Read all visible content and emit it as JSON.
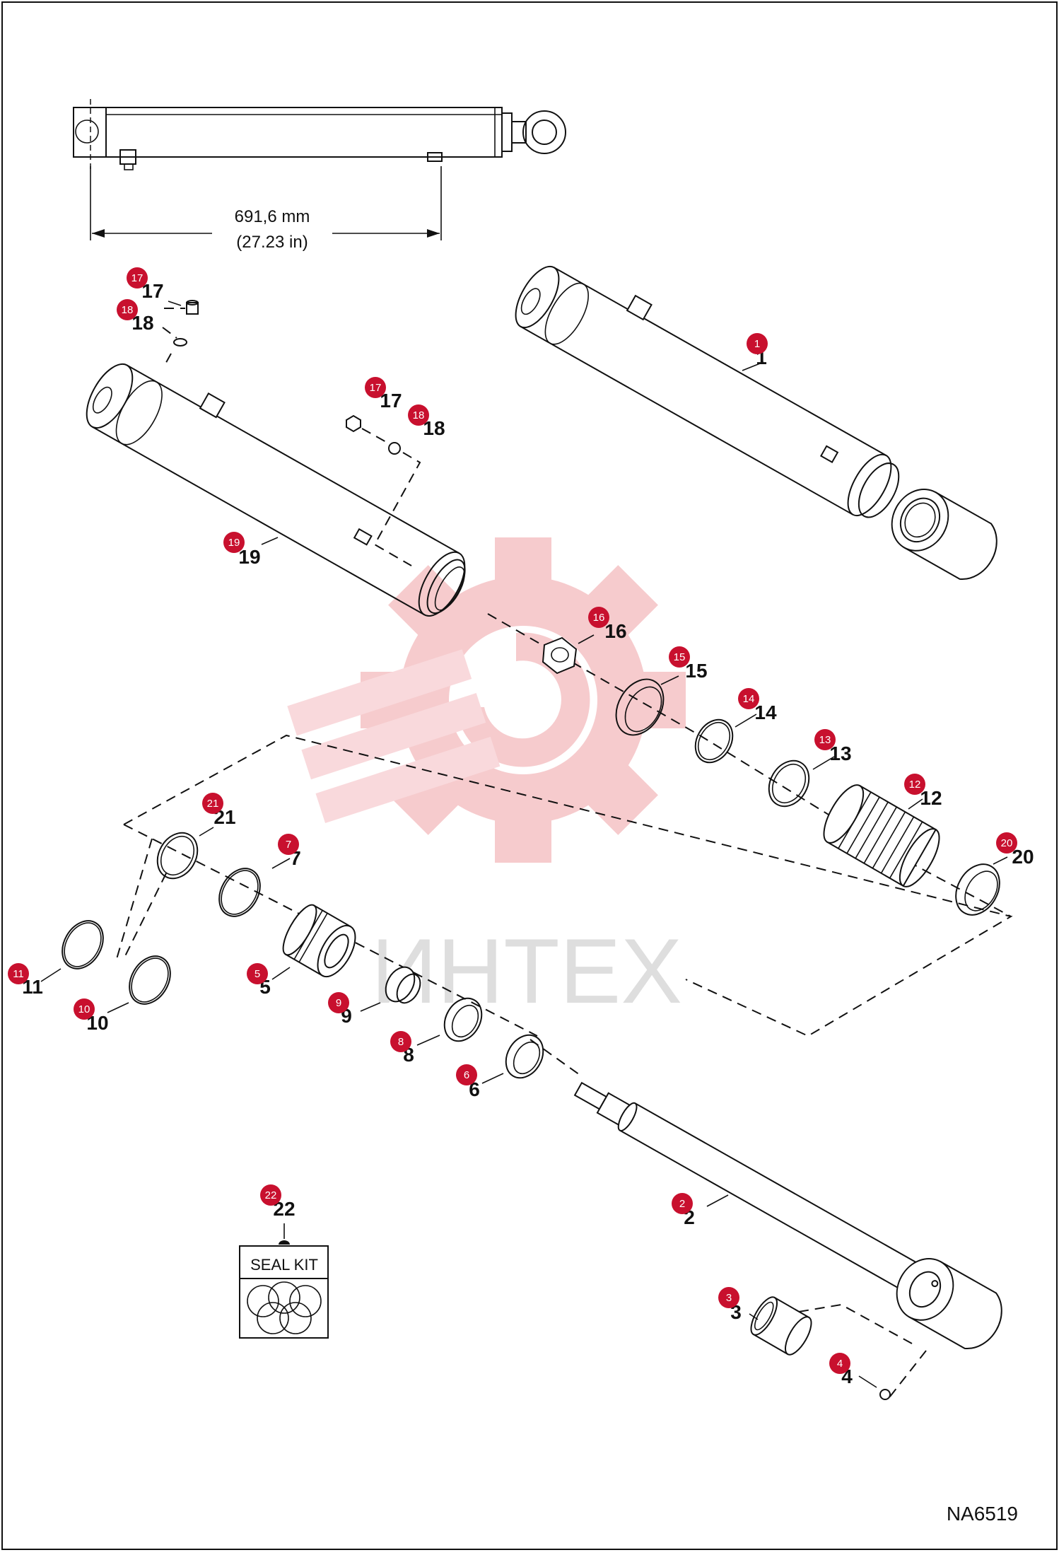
{
  "diagram_code": "NA6519",
  "watermark_text": "ИНТЕХ",
  "dimension": {
    "metric": "691,6 mm",
    "imperial": "(27.23 in)"
  },
  "seal_kit_label": "SEAL KIT",
  "colors": {
    "badge": "#c8102e",
    "watermark": "#f5c2c5",
    "line": "#111111"
  },
  "callouts": [
    {
      "badge": "17",
      "label": "17"
    },
    {
      "badge": "18",
      "label": "18"
    },
    {
      "badge": "1",
      "label": "1"
    },
    {
      "badge": "17",
      "label": "17"
    },
    {
      "badge": "18",
      "label": "18"
    },
    {
      "badge": "19",
      "label": "19"
    },
    {
      "badge": "16",
      "label": "16"
    },
    {
      "badge": "15",
      "label": "15"
    },
    {
      "badge": "14",
      "label": "14"
    },
    {
      "badge": "13",
      "label": "13"
    },
    {
      "badge": "12",
      "label": "12"
    },
    {
      "badge": "20",
      "label": "20"
    },
    {
      "badge": "21",
      "label": "21"
    },
    {
      "badge": "7",
      "label": "7"
    },
    {
      "badge": "5",
      "label": "5"
    },
    {
      "badge": "11",
      "label": "11"
    },
    {
      "badge": "10",
      "label": "10"
    },
    {
      "badge": "9",
      "label": "9"
    },
    {
      "badge": "8",
      "label": "8"
    },
    {
      "badge": "6",
      "label": "6"
    },
    {
      "badge": "22",
      "label": "22"
    },
    {
      "badge": "2",
      "label": "2"
    },
    {
      "badge": "3",
      "label": "3"
    },
    {
      "badge": "4",
      "label": "4"
    }
  ]
}
